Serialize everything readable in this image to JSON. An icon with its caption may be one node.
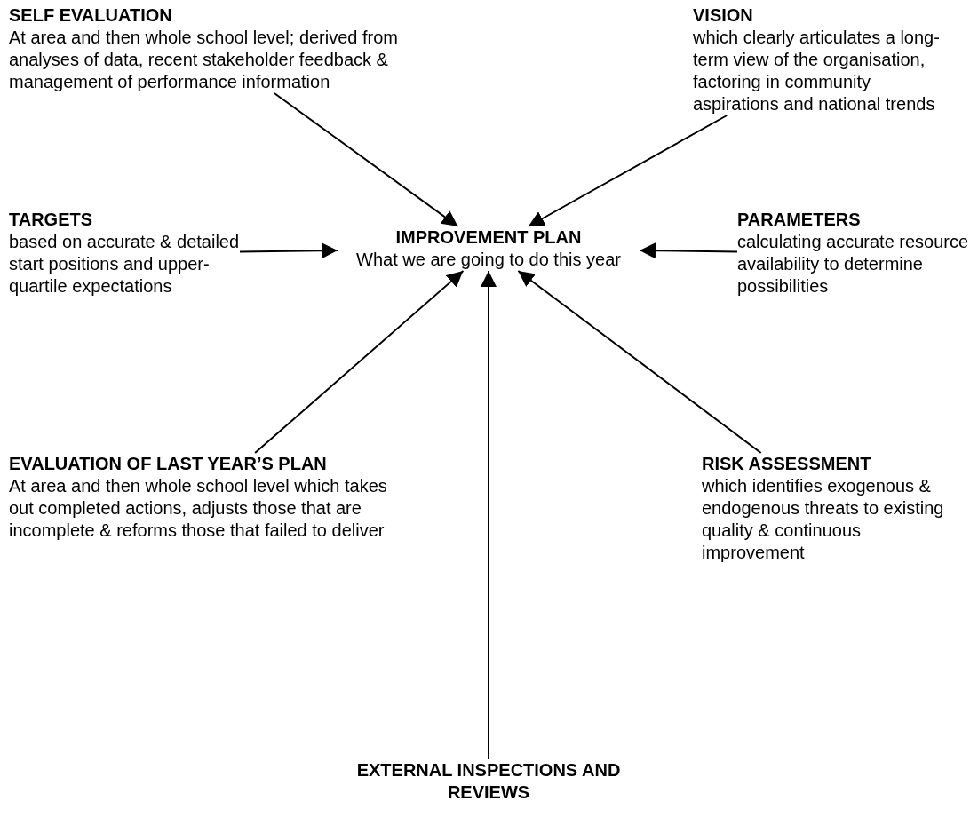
{
  "diagram": {
    "nodes": [
      {
        "text": [
          "SELF EVALUATION",
          "At area and then whole school level; derived from analyses of data, recent stakeholder feedback & management of performance information"
        ]
      },
      {
        "text": [
          "VISION",
          "which clearly articulates a long-term view of the organisation, factoring in community aspirations and national trends"
        ]
      },
      {
        "text": [
          "TARGETS",
          "based on accurate & detailed start positions and upper-quartile expectations"
        ]
      },
      {
        "text": [
          "IMPROVEMENT PLAN",
          "What we are going to do this year"
        ]
      },
      {
        "text": [
          "PARAMETERS",
          "calculating accurate resource availability to determine possibilities"
        ]
      },
      {
        "text": [
          "EVALUATION OF LAST YEAR’S PLAN",
          "At area and then whole school level which takes out completed actions, adjusts those that are incomplete & reforms those that failed to deliver"
        ]
      },
      {
        "text": [
          "RISK ASSESSMENT",
          "which identifies exogenous & endogenous threats to existing quality & continuous improvement"
        ]
      },
      {
        "text": [
          "EXTERNAL INSPECTIONS AND REVIEWS"
        ]
      }
    ],
    "edges": [
      {
        "from": 0,
        "to": 3,
        "arrow": "to"
      },
      {
        "from": 1,
        "to": 3,
        "arrow": "to"
      },
      {
        "from": 2,
        "to": 3,
        "arrow": "to"
      },
      {
        "from": 4,
        "to": 3,
        "arrow": "to"
      },
      {
        "from": 5,
        "to": 3,
        "arrow": "to"
      },
      {
        "from": 6,
        "to": 3,
        "arrow": "to"
      },
      {
        "from": 7,
        "to": 3,
        "arrow": "to"
      }
    ]
  }
}
